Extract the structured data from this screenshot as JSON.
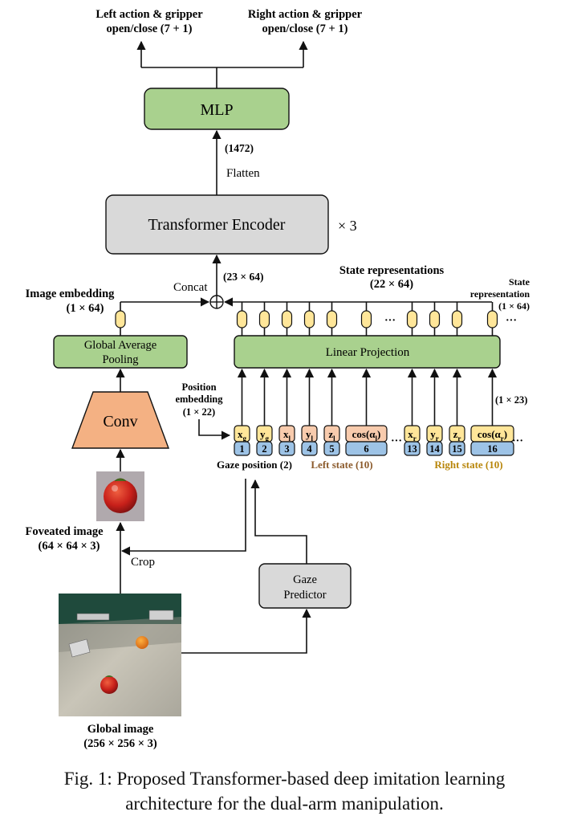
{
  "outputs": {
    "left": [
      "Left action & gripper",
      "open/close (7 + 1)"
    ],
    "right": [
      "Right action & gripper",
      "open/close (7 + 1)"
    ]
  },
  "mlp": "MLP",
  "dim_1472": "(1472)",
  "flatten": "Flatten",
  "transformer": "Transformer Encoder",
  "repeat": "× 3",
  "concat": "Concat",
  "dim_23x64": "(23 × 64)",
  "state_repr": {
    "title": "State representations",
    "dim": "(22 × 64)"
  },
  "state_repr_single": {
    "lines": [
      "State",
      "representation"
    ],
    "dim": "(1 × 64)"
  },
  "image_embedding": {
    "title": "Image embedding",
    "dim": "(1 × 64)"
  },
  "gap": [
    "Global Average",
    "Pooling"
  ],
  "linear_projection": "Linear Projection",
  "conv": "Conv",
  "position_embedding": {
    "lines": [
      "Position",
      "embedding"
    ],
    "dim": "(1 × 22)"
  },
  "dim_1x23": "(1 × 23)",
  "ellipsis": "···",
  "tokens": [
    {
      "base": "x",
      "sub": "g",
      "kind": "gaze",
      "idx": "1"
    },
    {
      "base": "y",
      "sub": "g",
      "kind": "gaze",
      "idx": "2"
    },
    {
      "base": "x",
      "sub": "l",
      "kind": "left",
      "idx": "3"
    },
    {
      "base": "y",
      "sub": "l",
      "kind": "left",
      "idx": "4"
    },
    {
      "base": "z",
      "sub": "l",
      "kind": "left",
      "idx": "5"
    },
    {
      "base": "cos(α",
      "sub": "l",
      "tail": ")",
      "kind": "left",
      "idx": "6"
    },
    {
      "base": "x",
      "sub": "r",
      "kind": "right",
      "idx": "13"
    },
    {
      "base": "y",
      "sub": "r",
      "kind": "right",
      "idx": "14"
    },
    {
      "base": "z",
      "sub": "r",
      "kind": "right",
      "idx": "15"
    },
    {
      "base": "cos(α",
      "sub": "r",
      "tail": ")",
      "kind": "right",
      "idx": "16"
    }
  ],
  "groups": {
    "gaze": "Gaze position (2)",
    "left": "Left state (10)",
    "right": "Right state (10)"
  },
  "foveated": {
    "title": "Foveated image",
    "dim": "(64 × 64 × 3)"
  },
  "crop": "Crop",
  "gaze_predictor": [
    "Gaze",
    "Predictor"
  ],
  "global_image": {
    "title": "Global image",
    "dim": "(256 × 256 × 3)"
  },
  "caption": [
    "Fig. 1: Proposed Transformer-based deep imitation learning",
    "architecture for the dual-arm manipulation."
  ],
  "colors": {
    "green": "#a9d18e",
    "gray": "#d9d9d9",
    "conv": "#f4b183",
    "embed": "#ffe699",
    "token_orange": "#f8cbad",
    "token_yellow": "#ffe699",
    "index_blue": "#9dc3e6",
    "left_text": "#8b5a2b",
    "right_text": "#b8860b"
  }
}
